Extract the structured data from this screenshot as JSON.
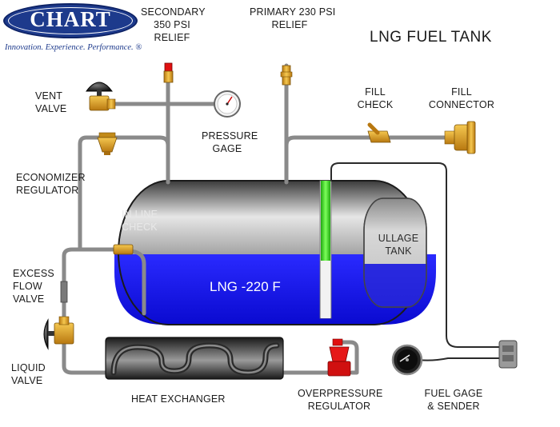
{
  "title": "LNG FUEL TANK",
  "logo": {
    "brand": "CHART",
    "tagline": "Innovation. Experience. Performance.",
    "mark": "®"
  },
  "labels": {
    "secondary_relief": [
      "SECONDARY",
      "350 PSI",
      "RELIEF"
    ],
    "primary_relief": [
      "PRIMARY 230 PSI",
      "RELIEF"
    ],
    "vent_valve": [
      "VENT",
      "VALVE"
    ],
    "pressure_gage": [
      "PRESSURE",
      "GAGE"
    ],
    "fill_check": [
      "FILL",
      "CHECK"
    ],
    "fill_connector": [
      "FILL",
      "CONNECTOR"
    ],
    "economizer_regulator": [
      "ECONOMIZER",
      "REGULATOR"
    ],
    "in_line_check": [
      "IN LINE",
      "CHECK"
    ],
    "ullage_tank": [
      "ULLAGE",
      "TANK"
    ],
    "lng": "LNG  -220 F",
    "excess_flow_valve": [
      "EXCESS",
      "FLOW",
      "VALVE"
    ],
    "liquid_valve": [
      "LIQUID",
      "VALVE"
    ],
    "heat_exchanger": "HEAT EXCHANGER",
    "overpressure_regulator": [
      "OVERPRESSURE",
      "REGULATOR"
    ],
    "fuel_gage_sender": [
      "FUEL GAGE",
      "& SENDER"
    ]
  },
  "colors": {
    "liquid": "#1515e6",
    "pipe": "#9a9a9a",
    "brass": "#e0a020",
    "relief_red": "#e01010",
    "level_probe": "#33dd22"
  }
}
